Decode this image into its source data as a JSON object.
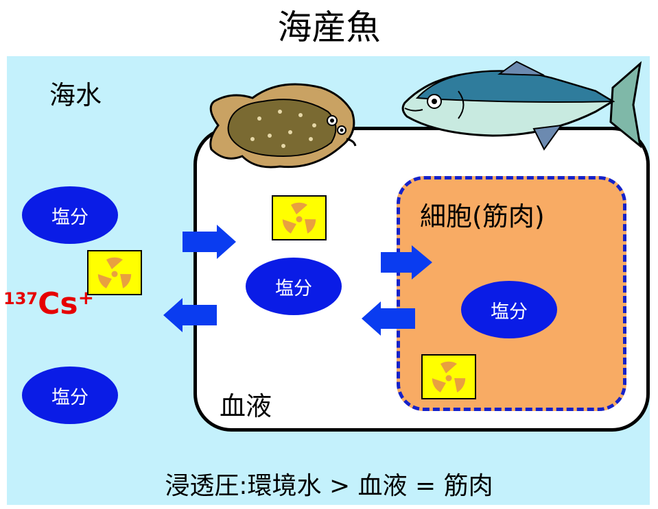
{
  "title": "海産魚",
  "labels": {
    "seawater": "海水",
    "blood": "血液",
    "cell": "細胞(筋肉)"
  },
  "salt_label": "塩分",
  "cesium": {
    "mass_number": "137",
    "symbol": "Cs",
    "charge": "+"
  },
  "footer": "浸透圧:環境水 > 血液 = 筋肉",
  "icons": [
    "flounder-icon",
    "mackerel-icon",
    "radiation-icon",
    "arrow-right-icon",
    "arrow-left-icon"
  ],
  "colors": {
    "seawater": "#c4f1fc",
    "salt": "#0a1ce6",
    "cell": "#f8ab64",
    "cell_border": "#1522c9",
    "cesium": "#e60000",
    "radiation_bg": "#ffff00"
  }
}
